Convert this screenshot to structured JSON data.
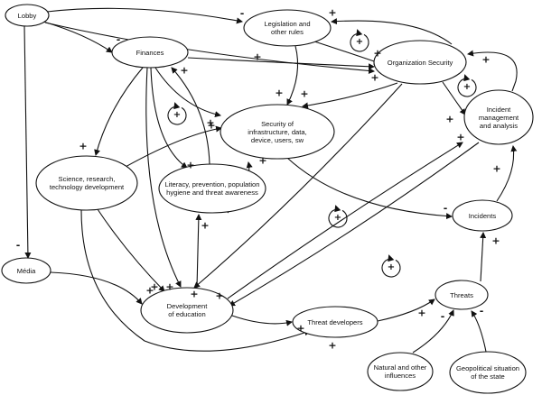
{
  "nodes": {
    "lobby": {
      "label": "Lobby"
    },
    "legislation": {
      "label": "Legislation and\nother rules"
    },
    "finances": {
      "label": "Finances"
    },
    "org_security": {
      "label": "Organization Security"
    },
    "security_infra": {
      "label": "Security of\ninfrastructure, data,\ndevice, users, sw"
    },
    "incident_mgmt": {
      "label": "Incident\nmanagement\nand analysis"
    },
    "science": {
      "label": "Science, research,\ntechnology development"
    },
    "literacy": {
      "label": "Literacy, prevention, population\nhygiene and threat awareness"
    },
    "incidents": {
      "label": "Incidents"
    },
    "media": {
      "label": "Média"
    },
    "education": {
      "label": "Development\nof education"
    },
    "threat_developers": {
      "label": "Threat developers"
    },
    "threats": {
      "label": "Threats"
    },
    "natural": {
      "label": "Natural and other\ninfluences"
    },
    "geopolitical": {
      "label": "Geopolitical situation\nof the state"
    }
  },
  "edges": [
    {
      "from": "lobby",
      "to": "legislation",
      "sign": "-"
    },
    {
      "from": "lobby",
      "to": "finances",
      "sign": "-"
    },
    {
      "from": "lobby",
      "to": "org_security",
      "sign": "+"
    },
    {
      "from": "lobby",
      "to": "media",
      "sign": "-"
    },
    {
      "from": "legislation",
      "to": "security_infra",
      "sign": "+"
    },
    {
      "from": "legislation",
      "to": "org_security",
      "sign": "+"
    },
    {
      "from": "org_security",
      "to": "legislation",
      "sign": "+"
    },
    {
      "from": "finances",
      "to": "org_security",
      "sign": "+"
    },
    {
      "from": "finances",
      "to": "science",
      "sign": "+"
    },
    {
      "from": "finances",
      "to": "security_infra",
      "sign": "+"
    },
    {
      "from": "finances",
      "to": "literacy",
      "sign": "+"
    },
    {
      "from": "finances",
      "to": "education",
      "sign": "+"
    },
    {
      "from": "literacy",
      "to": "finances",
      "sign": "+"
    },
    {
      "from": "org_security",
      "to": "security_infra",
      "sign": "+"
    },
    {
      "from": "org_security",
      "to": "incident_mgmt",
      "sign": "+"
    },
    {
      "from": "org_security",
      "to": "education",
      "sign": "+"
    },
    {
      "from": "incident_mgmt",
      "to": "org_security",
      "sign": "+"
    },
    {
      "from": "incident_mgmt",
      "to": "education",
      "sign": "+"
    },
    {
      "from": "science",
      "to": "security_infra",
      "sign": "+"
    },
    {
      "from": "science",
      "to": "education",
      "sign": "+"
    },
    {
      "from": "science",
      "to": "threat_developers",
      "sign": "+"
    },
    {
      "from": "literacy",
      "to": "security_infra",
      "sign": "+"
    },
    {
      "from": "education",
      "to": "literacy",
      "sign": "+"
    },
    {
      "from": "education",
      "to": "incident_mgmt",
      "sign": "+"
    },
    {
      "from": "education",
      "to": "threat_developers",
      "sign": "+"
    },
    {
      "from": "media",
      "to": "education",
      "sign": "+"
    },
    {
      "from": "security_infra",
      "to": "incidents",
      "sign": "-"
    },
    {
      "from": "incidents",
      "to": "incident_mgmt",
      "sign": "+"
    },
    {
      "from": "threats",
      "to": "incidents",
      "sign": "+"
    },
    {
      "from": "threat_developers",
      "to": "threats",
      "sign": "+"
    },
    {
      "from": "natural",
      "to": "threats",
      "sign": "-"
    },
    {
      "from": "geopolitical",
      "to": "threats",
      "sign": "-"
    }
  ],
  "loops": [
    {
      "sign": "+"
    },
    {
      "sign": "+"
    },
    {
      "sign": "+"
    },
    {
      "sign": "+"
    },
    {
      "sign": "+"
    }
  ]
}
